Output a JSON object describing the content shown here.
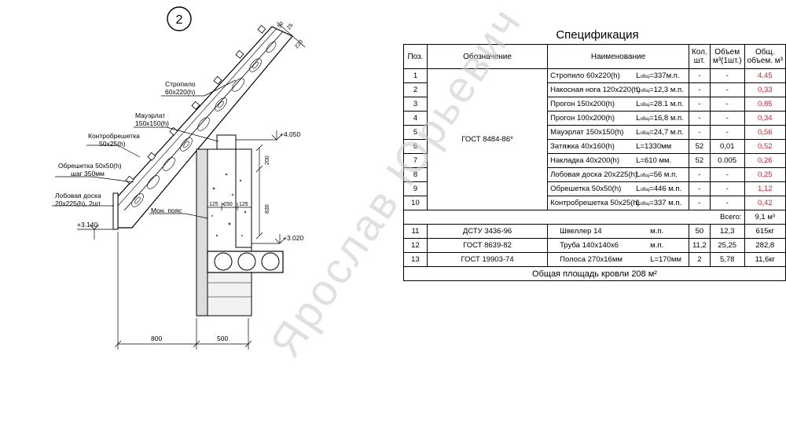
{
  "detail_number": "2",
  "drawing": {
    "labels": {
      "rafter_line1": "Стропило",
      "rafter_line2": "60x220(h)",
      "mauerlat_line1": "Мауэрлат",
      "mauerlat_line2": "150x150(h)",
      "counter_line1": "Контробрешетка",
      "counter_line2": "50x25(h)",
      "lath_line1": "Обрешетка 50x50(h)",
      "lath_line2": "шаг 350мм",
      "fascia_line1": "Лобовая доска",
      "fascia_line2": "20x225(h), 2шт",
      "belt": "Мон. пояс"
    },
    "levels": {
      "top": "+4.050",
      "left": "+3.140",
      "bottom": "+3.020"
    },
    "dims": {
      "d800": "800",
      "d500": "500",
      "d200": "200",
      "d830": "830",
      "d125a": "125",
      "d150": "150",
      "d125b": "125",
      "d50": "50",
      "d25": "25",
      "d220": "220"
    }
  },
  "spec": {
    "title": "Спецификация",
    "headers": {
      "pos": "Поз.",
      "designation": "Обозначение",
      "name": "Наименование",
      "qty_line1": "Кол.",
      "qty_line2": "шт.",
      "vol_line1": "Объем",
      "vol_line2": "м³(1шт.)",
      "total_line1": "Общ.",
      "total_line2": "объем. м³"
    },
    "group_designation": "ГОСТ 8484-86*",
    "rows": [
      {
        "pos": "1",
        "name": "Стропило 60x220(h)",
        "len_prefix": "L",
        "len_sub": "общ",
        "len_val": "=337м.п.",
        "qty": "-",
        "vol": "-",
        "total": "4.45"
      },
      {
        "pos": "2",
        "name": "Накосная нога 120x220(h)",
        "len_prefix": "L",
        "len_sub": "общ",
        "len_val": "=12,3 м.п.",
        "qty": "-",
        "vol": "-",
        "total": "0,33"
      },
      {
        "pos": "3",
        "name": "Прогон  150x200(h)",
        "len_prefix": "L",
        "len_sub": "общ",
        "len_val": "=28.1 м.п.",
        "qty": "-",
        "vol": "-",
        "total": "0.85"
      },
      {
        "pos": "4",
        "name": "Прогон  100x200(h)",
        "len_prefix": "L",
        "len_sub": "общ",
        "len_val": "=16,8 м.п.",
        "qty": "-",
        "vol": "-",
        "total": "0,34"
      },
      {
        "pos": "5",
        "name": "Мауэрлат 150x150(h)",
        "len_prefix": "L",
        "len_sub": "общ",
        "len_val": "=24,7 м.п.",
        "qty": "-",
        "vol": "-",
        "total": "0,56"
      },
      {
        "pos": "6",
        "name": "Затяжка  40x160(h)",
        "len_prefix": "",
        "len_sub": "",
        "len_val": "L=1330мм",
        "qty": "52",
        "vol": "0,01",
        "total": "0,52"
      },
      {
        "pos": "7",
        "name": "Накладка 40x200(h)",
        "len_prefix": "",
        "len_sub": "",
        "len_val": "L=610 мм.",
        "qty": "52",
        "vol": "0.005",
        "total": "0,26"
      },
      {
        "pos": "8",
        "name": "Лобовая доска 20x225(h)",
        "len_prefix": "L",
        "len_sub": "общ",
        "len_val": "=56 м.п.",
        "qty": "-",
        "vol": "-",
        "total": "0,25"
      },
      {
        "pos": "9",
        "name": "Обрешетка 50x50(h)",
        "len_prefix": "L",
        "len_sub": "общ",
        "len_val": "=446 м.п.",
        "qty": "-",
        "vol": "-",
        "total": "1,12"
      },
      {
        "pos": "10",
        "name": "Контробрешетка 50x25(h)",
        "len_prefix": "L",
        "len_sub": "общ",
        "len_val": "=337 м.п.",
        "qty": "-",
        "vol": "-",
        "total": "0,42"
      }
    ],
    "total_label": "Всего:",
    "total_value": "9,1 м³",
    "steel_rows": [
      {
        "pos": "11",
        "designation": "ДСТУ 3436-96",
        "name": "Швеллер 14",
        "unit": "м.п.",
        "qty": "50",
        "vol": "12,3",
        "total": "615кг"
      },
      {
        "pos": "12",
        "designation": "ГОСТ 8639-82",
        "name": "Труба 140x140x6",
        "unit": "м.п.",
        "qty": "11,2",
        "vol": "25,25",
        "total": "282,8"
      },
      {
        "pos": "13",
        "designation": "ГОСТ 19903-74",
        "name": "Полоса 270x16мм",
        "unit": "L=170мм",
        "qty": "2",
        "vol": "5,78",
        "total": "11,6кг"
      }
    ],
    "area": "Общая площадь кровли 208 м²"
  },
  "watermark": "Ярослав Юрьевич"
}
